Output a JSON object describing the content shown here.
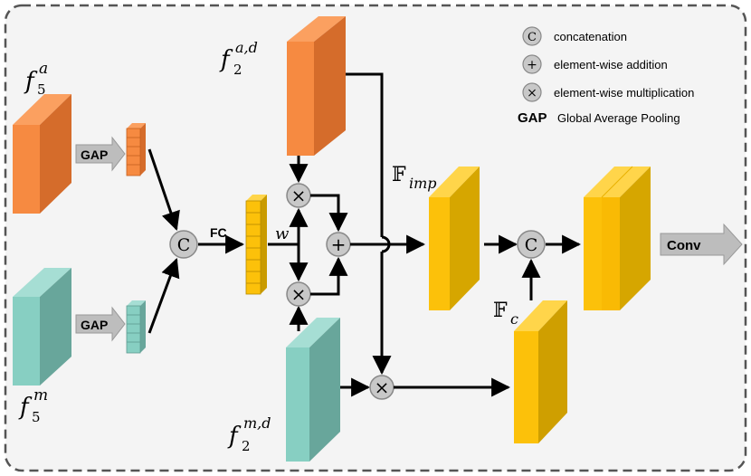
{
  "labels": {
    "f5a": "f",
    "f5a_sub": "5",
    "f5a_sup": "a",
    "f5m": "f",
    "f5m_sub": "5",
    "f5m_sup": "m",
    "f2ad": "f",
    "f2ad_sub": "2",
    "f2ad_sup": "a,d",
    "f2md": "f",
    "f2md_sub": "2",
    "f2md_sup": "m,d",
    "gap": "GAP",
    "fc": "FC",
    "w": "w",
    "f_imp": "𝔽",
    "f_imp_sub": "imp",
    "f_c": "𝔽",
    "f_c_sub": "c",
    "conv": "Conv"
  },
  "ops": {
    "concat": "C",
    "add": "+",
    "mul": "×"
  },
  "legend": [
    {
      "symbol": "C",
      "text": "concatenation"
    },
    {
      "symbol": "+",
      "text": "element-wise addition"
    },
    {
      "symbol": "×",
      "text": "element-wise multiplication"
    },
    {
      "symbol": "GAP",
      "text": "Global Average Pooling"
    }
  ],
  "colors": {
    "orange": "#f5883e",
    "teal": "#86cfc3",
    "yellow": "#fcc10a",
    "gray": "#cfcfcf"
  }
}
